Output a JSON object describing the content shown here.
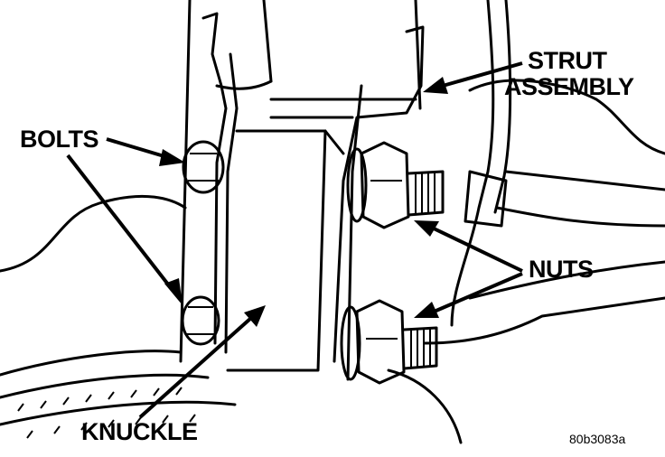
{
  "labels": {
    "bolts": "BOLTS",
    "strut_line1": "STRUT",
    "strut_line2": "ASSEMBLY",
    "nuts": "NUTS",
    "knuckle": "KNUCKLE"
  },
  "figure_id": "80b3083a"
}
